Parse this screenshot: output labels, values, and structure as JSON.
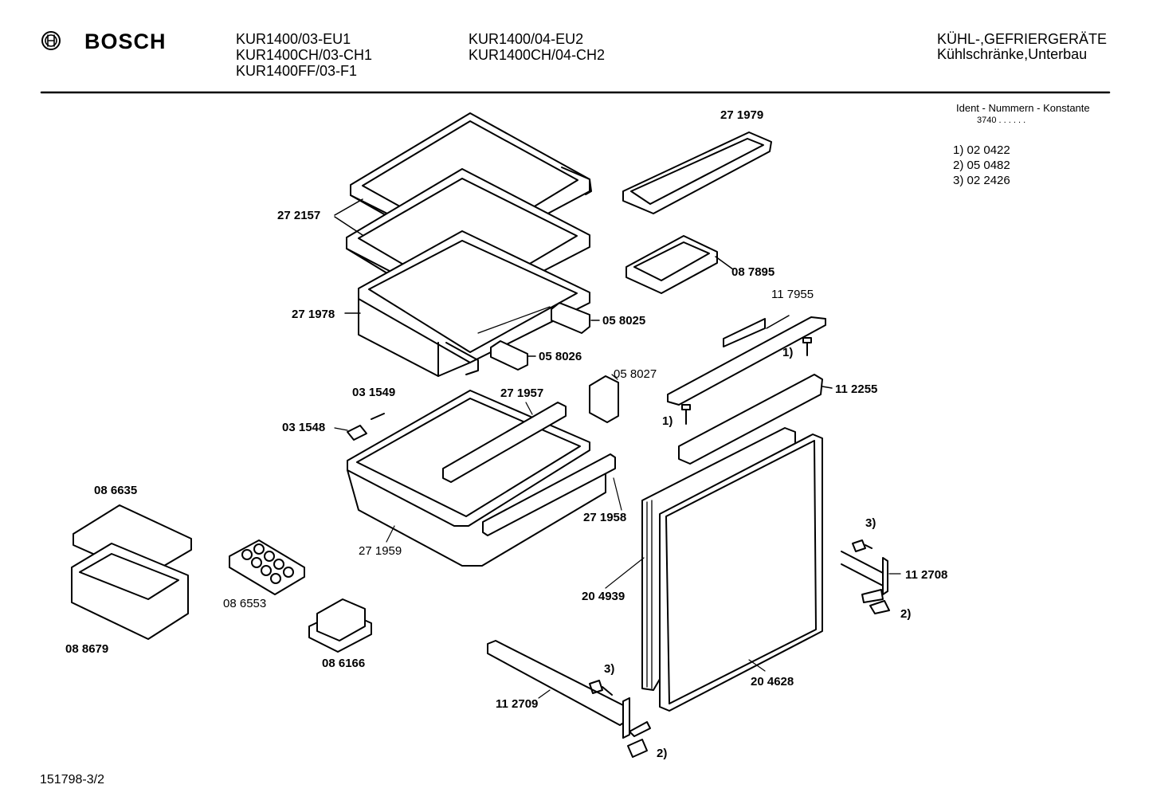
{
  "header": {
    "brand": "BOSCH",
    "models_col1": [
      "KUR1400/03-EU1",
      "KUR1400CH/03-CH1",
      "KUR1400FF/03-F1"
    ],
    "models_col2": [
      "KUR1400/04-EU2",
      "KUR1400CH/04-CH2"
    ],
    "category": [
      "KÜHL-,GEFRIERGERÄTE",
      "Kühlschränke,Unterbau"
    ]
  },
  "ident": {
    "title": "Ident - Nummern - Konstante",
    "constant": "3740 . .   . . . .",
    "entries": [
      "1)  02 0422",
      "2)  05 0482",
      "3)  02 2426"
    ]
  },
  "parts": {
    "p271979": "27 1979",
    "p272157": "27 2157",
    "p087895": "08 7895",
    "p117955": "11 7955",
    "p271978": "27 1978",
    "p058025": "05 8025",
    "p058026": "05 8026",
    "p058027": "05 8027",
    "p112255": "11 2255",
    "p031549": "03 1549",
    "p271957": "27 1957",
    "p031548": "03 1548",
    "p086635": "08 6635",
    "p271958": "27 1958",
    "p271959": "27 1959",
    "p204939": "20 4939",
    "p086553": "08 6553",
    "p088679": "08 8679",
    "p086166": "08 6166",
    "p112708": "11 2708",
    "p204628": "20 4628",
    "p112709": "11 2709",
    "ref1a": "1)",
    "ref1b": "1)",
    "ref2a": "2)",
    "ref2b": "2)",
    "ref3a": "3)",
    "ref3b": "3)"
  },
  "footer": {
    "doc_number": "151798-3/2"
  },
  "colors": {
    "ink": "#000000",
    "paper": "#ffffff"
  }
}
